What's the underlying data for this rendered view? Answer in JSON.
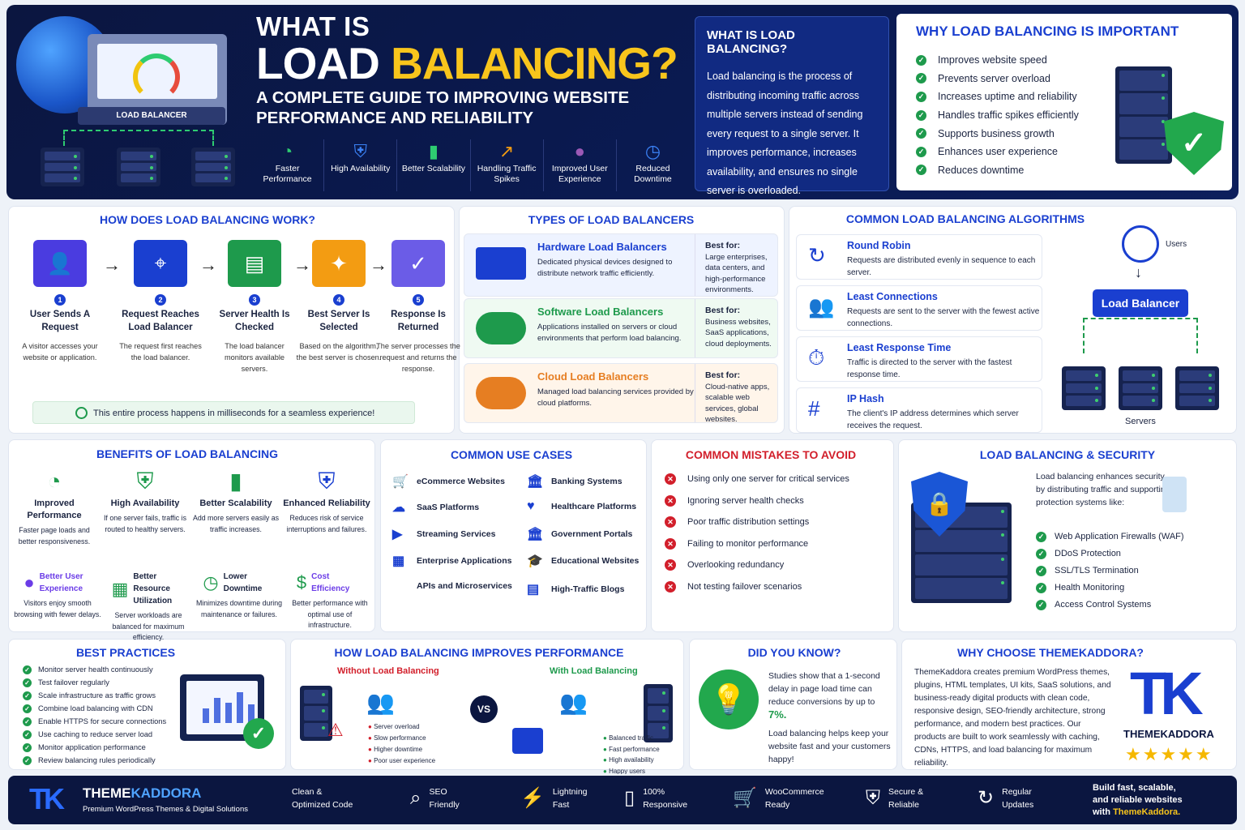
{
  "hero": {
    "title_top": "WHAT IS",
    "title_main": "LOAD ",
    "title_accent": "BALANCING?",
    "subtitle": "A COMPLETE GUIDE TO IMPROVING WEBSITE PERFORMANCE AND RELIABILITY",
    "device_label": "LOAD BALANCER",
    "icons": [
      {
        "label": "Faster Performance",
        "icon": "speedometer-icon",
        "color": "#2ecc71"
      },
      {
        "label": "High Availability",
        "icon": "shield-icon",
        "color": "#3b82f6"
      },
      {
        "label": "Better Scalability",
        "icon": "bar-chart-icon",
        "color": "#2ecc71"
      },
      {
        "label": "Handling Traffic Spikes",
        "icon": "trend-up-icon",
        "color": "#f39c12"
      },
      {
        "label": "Improved User Experience",
        "icon": "user-icon",
        "color": "#9b59b6"
      },
      {
        "label": "Reduced Downtime",
        "icon": "clock-icon",
        "color": "#3b82f6"
      }
    ]
  },
  "what": {
    "title": "WHAT IS LOAD BALANCING?",
    "text": "Load balancing is the process of distributing incoming traffic across multiple servers instead of sending every request to a single server. It improves performance, increases availability, and ensures no single server is overloaded."
  },
  "why": {
    "title": "WHY LOAD BALANCING IS IMPORTANT",
    "items": [
      "Improves website speed",
      "Prevents server overload",
      "Increases uptime and reliability",
      "Handles traffic spikes efficiently",
      "Supports business growth",
      "Enhances user experience",
      "Reduces downtime"
    ]
  },
  "how": {
    "title": "HOW DOES LOAD BALANCING WORK?",
    "steps": [
      {
        "n": "1",
        "title": "User Sends A Request",
        "desc": "A visitor accesses your website or application.",
        "color": "#4a3ce0"
      },
      {
        "n": "2",
        "title": "Request Reaches Load Balancer",
        "desc": "The request first reaches the load balancer.",
        "color": "#1a3fd0"
      },
      {
        "n": "3",
        "title": "Server Health Is Checked",
        "desc": "The load balancer monitors available servers.",
        "color": "#1e9a4c"
      },
      {
        "n": "4",
        "title": "Best Server Is Selected",
        "desc": "Based on the algorithm, the best server is chosen.",
        "color": "#f39c12"
      },
      {
        "n": "5",
        "title": "Response Is Returned",
        "desc": "The server processes the request and returns the response.",
        "color": "#6b5ce7"
      }
    ],
    "note": "This entire process happens in milliseconds for a seamless experience!"
  },
  "types": {
    "title": "TYPES OF LOAD BALANCERS",
    "best_label": "Best for:",
    "items": [
      {
        "name": "Hardware Load Balancers",
        "desc": "Dedicated physical devices designed to distribute network traffic efficiently.",
        "best": "Large enterprises, data centers, and high-performance environments.",
        "color": "#1a3fd0",
        "bg": "#eef3ff"
      },
      {
        "name": "Software Load Balancers",
        "desc": "Applications installed on servers or cloud environments that perform load balancing.",
        "best": "Business websites, SaaS applications, cloud deployments.",
        "color": "#1e9a4c",
        "bg": "#effaf2"
      },
      {
        "name": "Cloud Load Balancers",
        "desc": "Managed load balancing services provided by cloud platforms.",
        "best": "Cloud-native apps, scalable web services, global websites.",
        "color": "#e67e22",
        "bg": "#fff5ea"
      }
    ]
  },
  "algos": {
    "title": "COMMON LOAD BALANCING ALGORITHMS",
    "items": [
      {
        "name": "Round Robin",
        "desc": "Requests are distributed evenly in sequence to each server.",
        "icon": "↻"
      },
      {
        "name": "Least Connections",
        "desc": "Requests are sent to the server with the fewest active connections.",
        "icon": "👥"
      },
      {
        "name": "Least Response Time",
        "desc": "Traffic is directed to the server with the fastest response time.",
        "icon": "⏱"
      },
      {
        "name": "IP Hash",
        "desc": "The client's IP address determines which server receives the request.",
        "icon": "#"
      }
    ],
    "users": "Users",
    "lb": "Load Balancer",
    "servers": "Servers"
  },
  "benefits": {
    "title": "BENEFITS OF LOAD BALANCING",
    "top": [
      {
        "title": "Improved Performance",
        "desc": "Faster page loads and better responsiveness.",
        "icon": "◔",
        "color": "#1e9a4c"
      },
      {
        "title": "High Availability",
        "desc": "If one server fails, traffic is routed to healthy servers.",
        "icon": "⛨",
        "color": "#1e9a4c"
      },
      {
        "title": "Better Scalability",
        "desc": "Add more servers easily as traffic increases.",
        "icon": "▮",
        "color": "#1e9a4c"
      },
      {
        "title": "Enhanced Reliability",
        "desc": "Reduces risk of service interruptions and failures.",
        "icon": "⛨",
        "color": "#1a3fd0"
      }
    ],
    "bottom": [
      {
        "title": "Better User Experience",
        "desc": "Visitors enjoy smooth browsing with fewer delays.",
        "icon": "●",
        "color": "#6b3ce7"
      },
      {
        "title": "Better Resource Utilization",
        "desc": "Server workloads are balanced for maximum efficiency.",
        "icon": "▦",
        "color": "#1e9a4c"
      },
      {
        "title": "Lower Downtime",
        "desc": "Minimizes downtime during maintenance or failures.",
        "icon": "◷",
        "color": "#1e9a4c"
      },
      {
        "title": "Cost Efficiency",
        "desc": "Better performance with optimal use of infrastructure.",
        "icon": "$",
        "color": "#1e9a4c"
      }
    ]
  },
  "usecases": {
    "title": "COMMON USE CASES",
    "left": [
      {
        "label": "eCommerce Websites",
        "icon": "🛒"
      },
      {
        "label": "SaaS Platforms",
        "icon": "☁"
      },
      {
        "label": "Streaming Services",
        "icon": "▶"
      },
      {
        "label": "Enterprise Applications",
        "icon": "▦"
      },
      {
        "label": "APIs and Microservices",
        "icon": "</>"
      }
    ],
    "right": [
      {
        "label": "Banking Systems",
        "icon": "🏛"
      },
      {
        "label": "Healthcare Platforms",
        "icon": "♥"
      },
      {
        "label": "Government Portals",
        "icon": "🏛"
      },
      {
        "label": "Educational Websites",
        "icon": "🎓"
      },
      {
        "label": "High-Traffic Blogs",
        "icon": "▤"
      }
    ]
  },
  "mistakes": {
    "title": "COMMON MISTAKES TO AVOID",
    "items": [
      "Using only one server for critical services",
      "Ignoring server health checks",
      "Poor traffic distribution settings",
      "Failing to monitor performance",
      "Overlooking redundancy",
      "Not testing failover scenarios"
    ]
  },
  "security": {
    "title": "LOAD BALANCING & SECURITY",
    "intro": "Load balancing enhances security by distributing traffic and supporting protection systems like:",
    "items": [
      "Web Application Firewalls (WAF)",
      "DDoS Protection",
      "SSL/TLS Termination",
      "Health Monitoring",
      "Access Control Systems"
    ]
  },
  "practices": {
    "title": "BEST PRACTICES",
    "items": [
      "Monitor server health continuously",
      "Test failover regularly",
      "Scale infrastructure as traffic grows",
      "Combine load balancing with CDN",
      "Enable HTTPS for secure connections",
      "Use caching to reduce server load",
      "Monitor application performance",
      "Review balancing rules periodically"
    ]
  },
  "perf": {
    "title": "HOW LOAD BALANCING IMPROVES PERFORMANCE",
    "without": "Without Load Balancing",
    "with": "With Load Balancing",
    "vs": "VS",
    "bad": [
      "Server overload",
      "Slow performance",
      "Higher downtime",
      "Poor user experience"
    ],
    "good": [
      "Balanced traffic",
      "Fast performance",
      "High availability",
      "Happy users"
    ]
  },
  "dyk": {
    "title": "DID YOU KNOW?",
    "text1": "Studies show that a 1-second delay in page load time can reduce conversions by up to",
    "stat": "7%.",
    "text2": "Load balancing helps keep your website fast and your customers happy!"
  },
  "choose": {
    "title": "WHY CHOOSE THEMEKADDORA?",
    "text": "ThemeKaddora creates premium WordPress themes, plugins, HTML templates, UI kits, SaaS solutions, and business-ready digital products with clean code, responsive design, SEO-friendly architecture, strong performance, and modern best practices. Our products are built to work seamlessly with caching, CDNs, HTTPS, and load balancing for maximum reliability.",
    "brand": "THEMEKADDORA",
    "stars": "★★★★★"
  },
  "footer": {
    "brand_a": "THEME",
    "brand_b": "KADDORA",
    "tagline": "Premium WordPress Themes & Digital Solutions",
    "features": [
      {
        "l1": "Clean &",
        "l2": "Optimized Code",
        "icon": "</>"
      },
      {
        "l1": "SEO",
        "l2": "Friendly",
        "icon": "⌕"
      },
      {
        "l1": "Lightning",
        "l2": "Fast",
        "icon": "⚡"
      },
      {
        "l1": "100%",
        "l2": "Responsive",
        "icon": "▯"
      },
      {
        "l1": "WooCommerce",
        "l2": "Ready",
        "icon": "🛒"
      },
      {
        "l1": "Secure &",
        "l2": "Reliable",
        "icon": "⛨"
      },
      {
        "l1": "Regular",
        "l2": "Updates",
        "icon": "↻"
      }
    ],
    "cta1": "Build fast, scalable,",
    "cta2": "and reliable websites",
    "cta3": "with ",
    "cta_brand": "ThemeKaddora."
  }
}
